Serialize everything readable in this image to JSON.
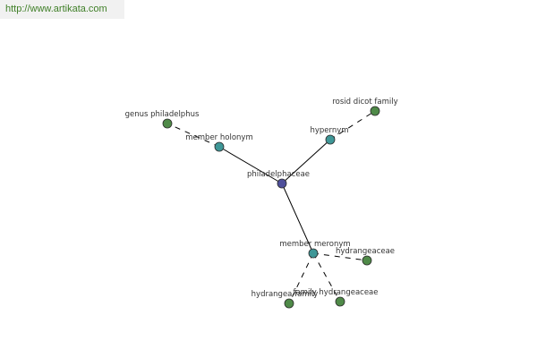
{
  "banner": {
    "url": "http://www.artikata.com"
  },
  "colors": {
    "center": "#4e4f9b",
    "relation": "#3f9797",
    "leaf": "#4f8a48",
    "banner_text": "#3f7f27",
    "banner_bg": "#f1f1f1"
  },
  "nodes": [
    {
      "id": "center",
      "label": "philadelphaceae",
      "kind": "center"
    },
    {
      "id": "hypernym",
      "label": "hypernym",
      "kind": "relation"
    },
    {
      "id": "holonym",
      "label": "member holonym",
      "kind": "relation"
    },
    {
      "id": "meronym",
      "label": "member meronym",
      "kind": "relation"
    },
    {
      "id": "rosid",
      "label": "rosid dicot family",
      "kind": "leaf"
    },
    {
      "id": "genus",
      "label": "genus philadelphus",
      "kind": "leaf"
    },
    {
      "id": "hydrangeaceae",
      "label": "hydrangeaceae",
      "kind": "leaf"
    },
    {
      "id": "hydrangea_family",
      "label": "hydrangea family",
      "kind": "leaf"
    },
    {
      "id": "family_hydrangeaceae",
      "label": "family hydrangeaceae",
      "kind": "leaf"
    }
  ],
  "edges": [
    {
      "from": "center",
      "to": "hypernym",
      "style": "solid"
    },
    {
      "from": "center",
      "to": "holonym",
      "style": "solid"
    },
    {
      "from": "center",
      "to": "meronym",
      "style": "solid"
    },
    {
      "from": "hypernym",
      "to": "rosid",
      "style": "dashed"
    },
    {
      "from": "holonym",
      "to": "genus",
      "style": "dashed"
    },
    {
      "from": "meronym",
      "to": "hydrangeaceae",
      "style": "dashed"
    },
    {
      "from": "meronym",
      "to": "hydrangea_family",
      "style": "dashed"
    },
    {
      "from": "meronym",
      "to": "family_hydrangeaceae",
      "style": "dashed"
    }
  ]
}
